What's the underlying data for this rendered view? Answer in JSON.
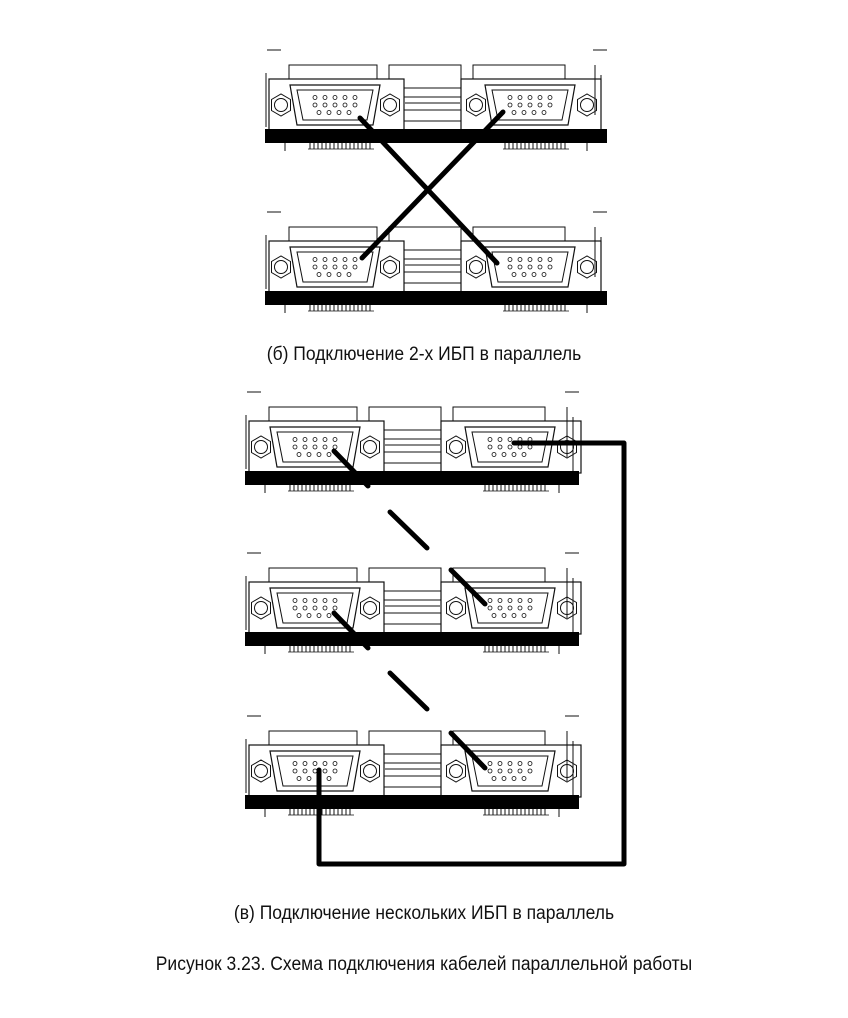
{
  "captions": {
    "parallel_two": "(б) Подключение 2-х ИБП в параллель",
    "parallel_many": "(в) Подключение нескольких ИБП в параллель",
    "figure": "Рисунок 3.23. Схема подключения кабелей параллельной работы"
  },
  "colors": {
    "line": "#111111",
    "cable": "#000000",
    "background": "#ffffff"
  }
}
